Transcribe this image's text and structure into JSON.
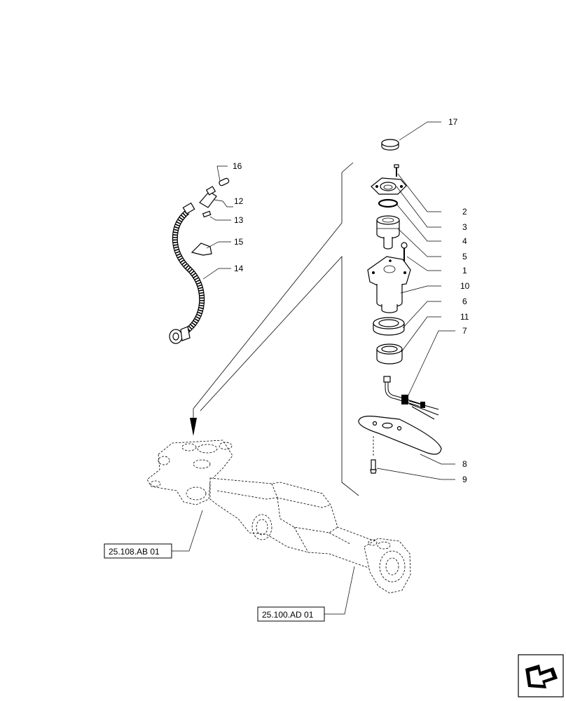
{
  "callouts": {
    "c17": "17",
    "c2": "2",
    "c3": "3",
    "c4": "4",
    "c5": "5",
    "c1": "1",
    "c10": "10",
    "c6": "6",
    "c11": "11",
    "c7": "7",
    "c8": "8",
    "c9": "9",
    "c16": "16",
    "c12": "12",
    "c13": "13",
    "c15": "15",
    "c14": "14"
  },
  "references": {
    "ref_left": "25.108.AB 01",
    "ref_bottom": "25.100.AD 01"
  },
  "icons": {
    "nav": "next-page-arrow-icon"
  }
}
